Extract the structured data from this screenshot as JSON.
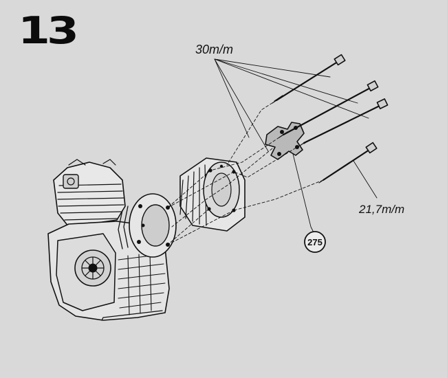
{
  "step": {
    "number": "13"
  },
  "labels": {
    "long_stud": "30m/m",
    "short_stud": "21,7m/m",
    "part_ref": "275"
  }
}
